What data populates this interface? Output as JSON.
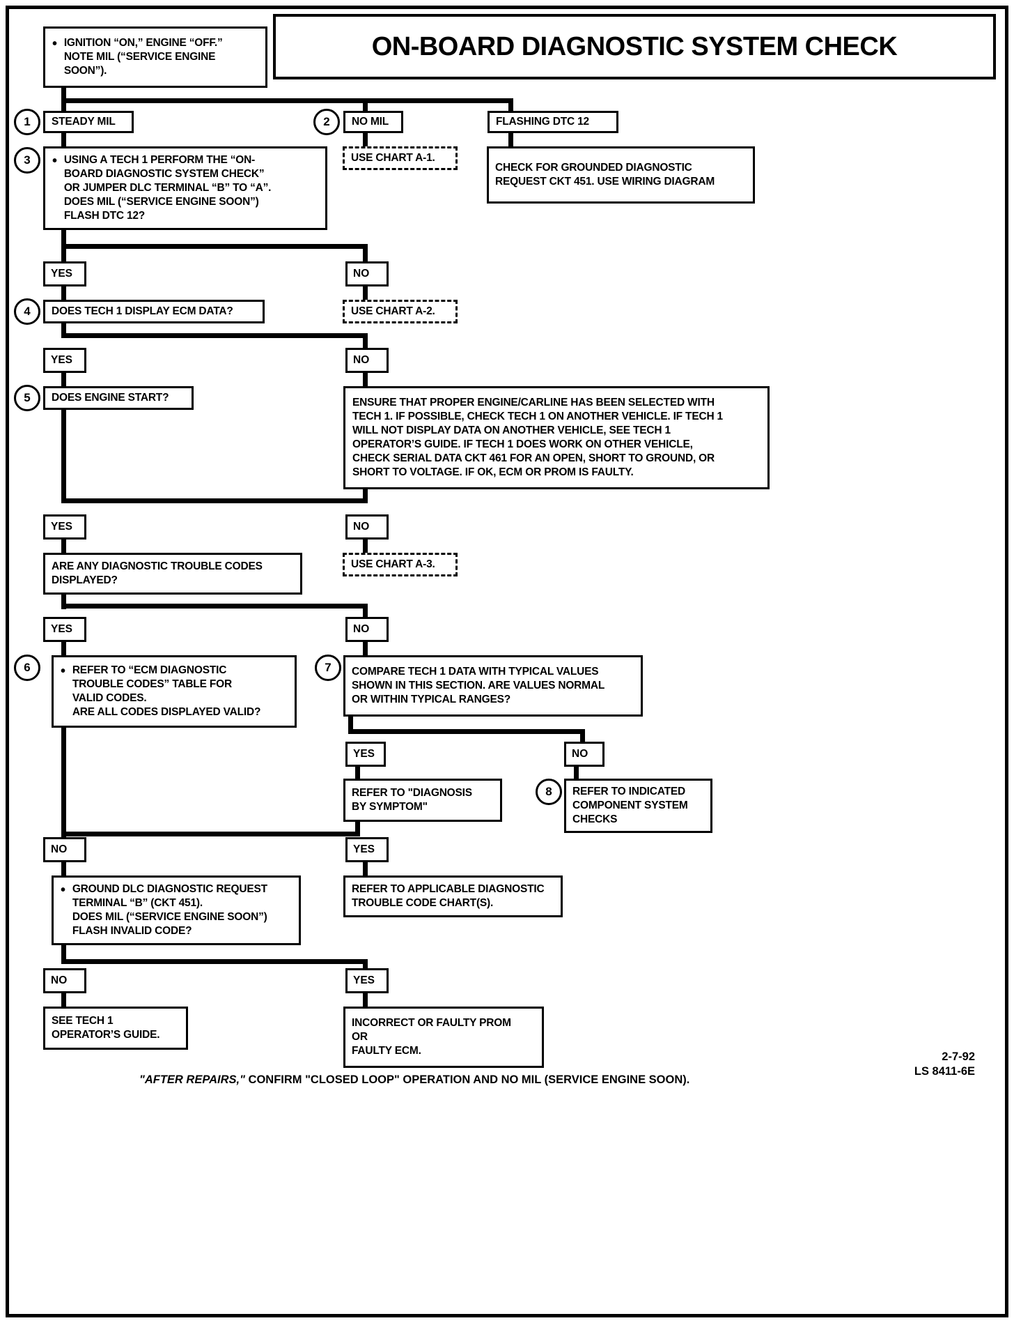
{
  "document": {
    "title": "ON-BOARD DIAGNOSTIC SYSTEM CHECK",
    "footer_note_italic": "\"AFTER REPAIRS,\"",
    "footer_note_rest": " CONFIRM \"CLOSED LOOP\" OPERATION AND NO MIL (SERVICE ENGINE SOON).",
    "footer_date": "2-7-92",
    "footer_code": "LS 8411-6E"
  },
  "nodes": {
    "start": {
      "text": "IGNITION “ON,” ENGINE “OFF.”\nNOTE MIL (“SERVICE ENGINE\nSOON”)."
    },
    "steady_mil": {
      "text": "STEADY MIL"
    },
    "no_mil": {
      "text": "NO MIL"
    },
    "flashing_dtc12": {
      "text": "FLASHING DTC 12"
    },
    "use_chart_a1": {
      "text": "USE CHART A-1."
    },
    "check_grounded": {
      "text": "CHECK FOR GROUNDED DIAGNOSTIC\nREQUEST CKT 451.  USE WIRING DIAGRAM"
    },
    "step3": {
      "text": "USING A TECH 1 PERFORM THE “ON-\nBOARD DIAGNOSTIC SYSTEM CHECK”\nOR JUMPER  DLC TERMINAL “B” TO “A”.\nDOES MIL (“SERVICE ENGINE SOON”)\nFLASH DTC 12?"
    },
    "step4": {
      "text": "DOES TECH 1 DISPLAY ECM DATA?"
    },
    "use_chart_a2": {
      "text": "USE CHART A-2."
    },
    "step5": {
      "text": "DOES ENGINE START?"
    },
    "ensure_block": {
      "text": "ENSURE THAT PROPER ENGINE/CARLINE HAS BEEN SELECTED WITH\nTECH 1.  IF POSSIBLE, CHECK TECH 1 ON ANOTHER VEHICLE.  IF TECH 1\nWILL NOT DISPLAY DATA ON ANOTHER VEHICLE, SEE TECH 1\nOPERATOR’S GUIDE.  IF TECH 1 DOES WORK ON OTHER VEHICLE,\nCHECK SERIAL DATA CKT 461 FOR AN OPEN, SHORT TO GROUND, OR\nSHORT TO VOLTAGE.  IF OK, ECM OR PROM IS FAULTY."
    },
    "codes_displayed": {
      "text": "ARE ANY DIAGNOSTIC TROUBLE CODES\nDISPLAYED?"
    },
    "use_chart_a3": {
      "text": "USE CHART A-3."
    },
    "step6": {
      "text": "REFER TO “ECM DIAGNOSTIC\nTROUBLE CODES” TABLE FOR\nVALID CODES.\nARE ALL CODES DISPLAYED VALID?"
    },
    "step7": {
      "text": "COMPARE TECH 1 DATA WITH TYPICAL VALUES\nSHOWN IN THIS SECTION.  ARE VALUES NORMAL\nOR WITHIN TYPICAL RANGES?"
    },
    "refer_symptom": {
      "text": "REFER TO \"DIAGNOSIS\nBY SYMPTOM\""
    },
    "step8": {
      "text": "REFER TO INDICATED\nCOMPONENT SYSTEM\nCHECKS"
    },
    "ground_dlc": {
      "text": "GROUND DLC DIAGNOSTIC REQUEST\nTERMINAL “B” (CKT 451).\nDOES MIL (“SERVICE ENGINE SOON”)\nFLASH INVALID CODE?"
    },
    "refer_applicable": {
      "text": "REFER TO APPLICABLE DIAGNOSTIC\nTROUBLE CODE CHART(S)."
    },
    "see_tech1_guide": {
      "text": "SEE TECH 1\nOPERATOR’S GUIDE."
    },
    "incorrect_prom": {
      "text": "INCORRECT OR FAULTY PROM\nOR\nFAULTY ECM."
    }
  },
  "branch_labels": {
    "yes_step3": "YES",
    "no_step3": "NO",
    "yes_step4": "YES",
    "no_step4": "NO",
    "yes_step5": "YES",
    "no_step5": "NO",
    "yes_codes": "YES",
    "no_codes": "NO",
    "yes_step7": "YES",
    "no_step7": "NO",
    "no_step6": "NO",
    "yes_step6": "YES",
    "no_ground": "NO",
    "yes_ground": "YES"
  },
  "step_numbers": {
    "n1": "1",
    "n2": "2",
    "n3": "3",
    "n4": "4",
    "n5": "5",
    "n6": "6",
    "n7": "7",
    "n8": "8"
  },
  "colors": {
    "ink": "#000000",
    "paper": "#ffffff"
  }
}
